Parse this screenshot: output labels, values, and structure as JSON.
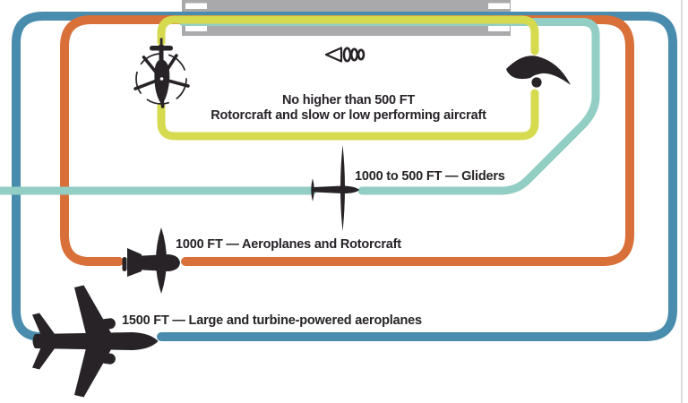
{
  "colors": {
    "blue": "#4A8CAD",
    "orange": "#D9703A",
    "yellow": "#D6DA4F",
    "teal": "#92CEC3",
    "runway": "#A9A9AC",
    "stripe": "#FFFFFF",
    "ink": "#272327",
    "edge": "#DCDCDC"
  },
  "diagram": {
    "box_label": {
      "line1": "No higher than 500 FT",
      "line2": "Rotorcraft and slow or low performing aircraft"
    },
    "labels": {
      "gliders": "1000 to 500 FT — Gliders",
      "aeroplanes": "1000 FT — Aeroplanes and Rotorcraft",
      "large_aeroplanes": "1500 FT — Large and turbine-powered aeroplanes"
    },
    "icons": {
      "runway": "runway strip with threshold markings",
      "helicopter-icon": "rotorcraft seen from above",
      "windsock-icon": "windsock pointing left",
      "hang-glider-icon": "hang glider delta wing",
      "glider-icon": "sailplane seen from above",
      "light-aeroplane-icon": "single-engine aeroplane seen from above",
      "jet-aeroplane-icon": "large turbine-powered aeroplane seen from above"
    }
  }
}
